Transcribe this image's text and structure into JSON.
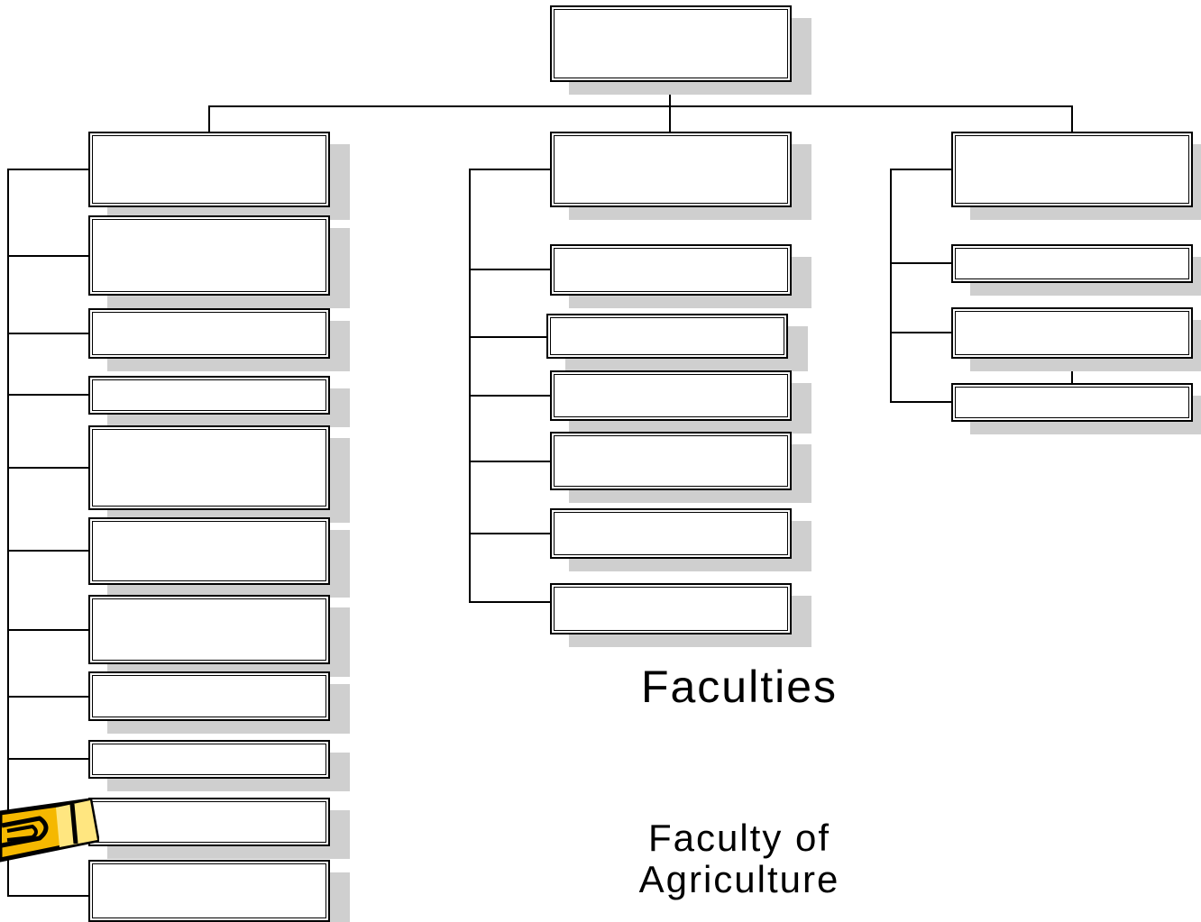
{
  "diagram": {
    "heading": "Faculties",
    "subheading_line1": "Faculty of",
    "subheading_line2": "Agriculture",
    "shadow_color": "#cfcfcf",
    "highlight_color": "#f5b800"
  }
}
